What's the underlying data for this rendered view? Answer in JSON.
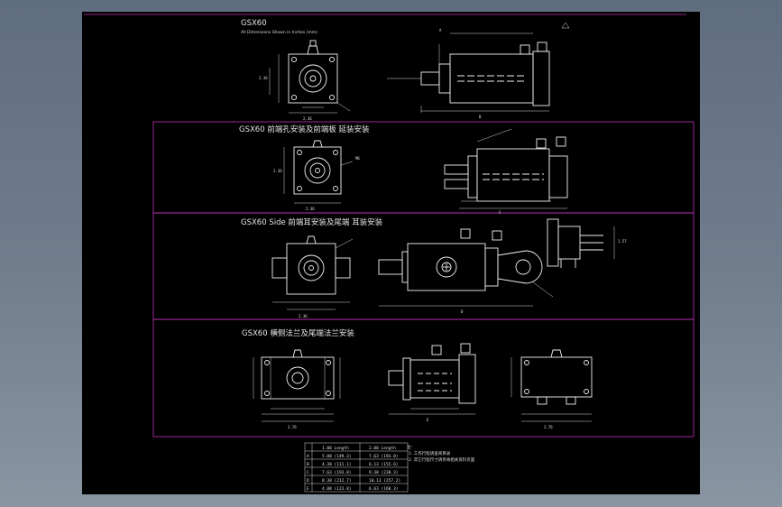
{
  "window": {
    "title": ""
  },
  "sections": [
    {
      "title": "GSX60",
      "subtitle": "All Dimensions Shown in Inches (mm)"
    },
    {
      "title": "GSX60 前端孔安装及前端板  延装安装"
    },
    {
      "title": "GSX60 Side 前端耳安装及尾端 耳装安装"
    },
    {
      "title": "GSX60 横侧法兰及尾端法兰安装"
    }
  ],
  "table": {
    "headers": [
      "",
      "1.00  Length",
      "2.00  Length"
    ],
    "rows": [
      [
        "A",
        "5.88  (149.3)",
        "7.63  (193.8)"
      ],
      [
        "B",
        "4.38  (111.1)",
        "6.13  (155.6)"
      ],
      [
        "C",
        "7.63  (193.8)",
        "9.38  (238.3)"
      ],
      [
        "D",
        "8.38  (212.7)",
        "10.13  (257.2)"
      ],
      [
        "E",
        "4.88  (123.8)",
        "6.63  (168.3)"
      ]
    ]
  },
  "notes": [
    "注:",
    "1. 工作行程请查阅目录",
    "2. 其它行程尺寸请参阅相关资料页面"
  ],
  "colors": {
    "sheet": "#000000",
    "lines": "#f2f2f2",
    "frame": "#c034b8"
  }
}
